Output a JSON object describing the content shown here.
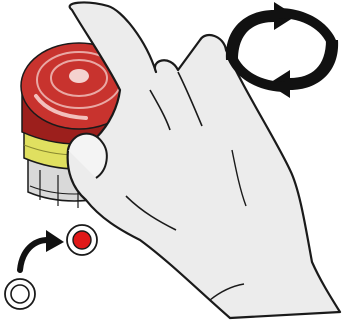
{
  "figure": {
    "subject": "emergency-stop-button-release",
    "colors": {
      "background": "#ffffff",
      "hand_fill": "#ececec",
      "hand_outline": "#1a1a1a",
      "button_cap": "#c8332e",
      "button_cap_dark": "#9c1f1c",
      "button_ring": "#e0e060",
      "button_base": "#d9d9d9",
      "rotate_arrows": "#111111",
      "indicator_active": "#e01818",
      "indicator_inactive": "#ffffff",
      "curved_arrow": "#111111"
    },
    "icons": [
      "rotate-arrows-icon",
      "curved-arrow-icon",
      "indicator-off-icon",
      "indicator-on-icon"
    ],
    "indicator_states": [
      "off",
      "on"
    ]
  }
}
